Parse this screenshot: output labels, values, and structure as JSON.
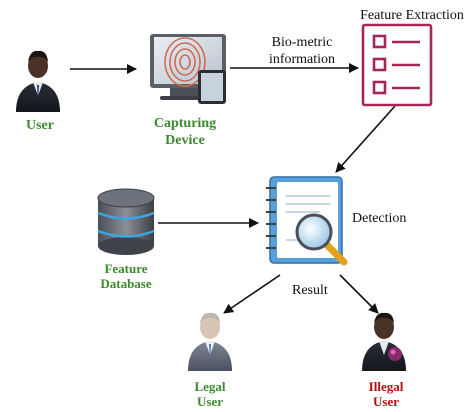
{
  "nodes": {
    "user": "User",
    "capturing_device": [
      "Capturing",
      "Device"
    ],
    "feature_extraction": "Feature Extraction",
    "feature_database": [
      "Feature",
      "Database"
    ],
    "detection": "Detection",
    "legal_user": [
      "Legal",
      "User"
    ],
    "illegal_user": [
      "Illegal",
      "User"
    ]
  },
  "edges": {
    "bio_metric_information": [
      "Bio-metric",
      "information"
    ],
    "result": "Result"
  },
  "colors": {
    "green_label": "#3c8a2e",
    "red_label": "#b01010",
    "extraction_icon": "#a4275a",
    "arrow": "#111111"
  }
}
